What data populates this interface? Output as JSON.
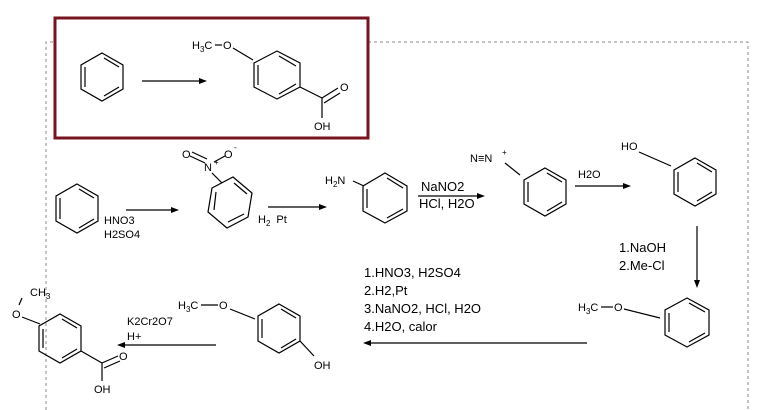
{
  "atoms": {
    "h3c": "H",
    "h3c_c": "C",
    "h3c_sub": "3",
    "o": "O",
    "oh": "OH",
    "ho": "HO",
    "ch3": "CH",
    "ch3_sub": "3",
    "h2n": "H",
    "h2n_sub": "2",
    "n_letter": "N",
    "nitro_o": "O",
    "nitro_minus": "-",
    "nitro_plus": "+",
    "diazo": "N≡N",
    "diazo_plus": "+"
  },
  "reagents": {
    "nitration": [
      "HNO3",
      "H2SO4"
    ],
    "hydrogenation_h": "H",
    "hydrogenation_sub": "2",
    "hydrogenation_pt": "Pt",
    "diazotization": [
      "NaNO2",
      "HCl, H2O"
    ],
    "hydrolysis": "H2O",
    "methylation": [
      "1.NaOH",
      "2.Me-Cl"
    ],
    "sequence": [
      "1.HNO3, H2SO4",
      "2.H2,Pt",
      "3.NaNO2, HCl, H2O",
      "4.H2O, calor"
    ],
    "oxidation": [
      "K2Cr2O7",
      "H+"
    ]
  },
  "colors": {
    "highlight_box": "#7a1320",
    "dashed_frame": "#888888",
    "ink": "#000000"
  }
}
